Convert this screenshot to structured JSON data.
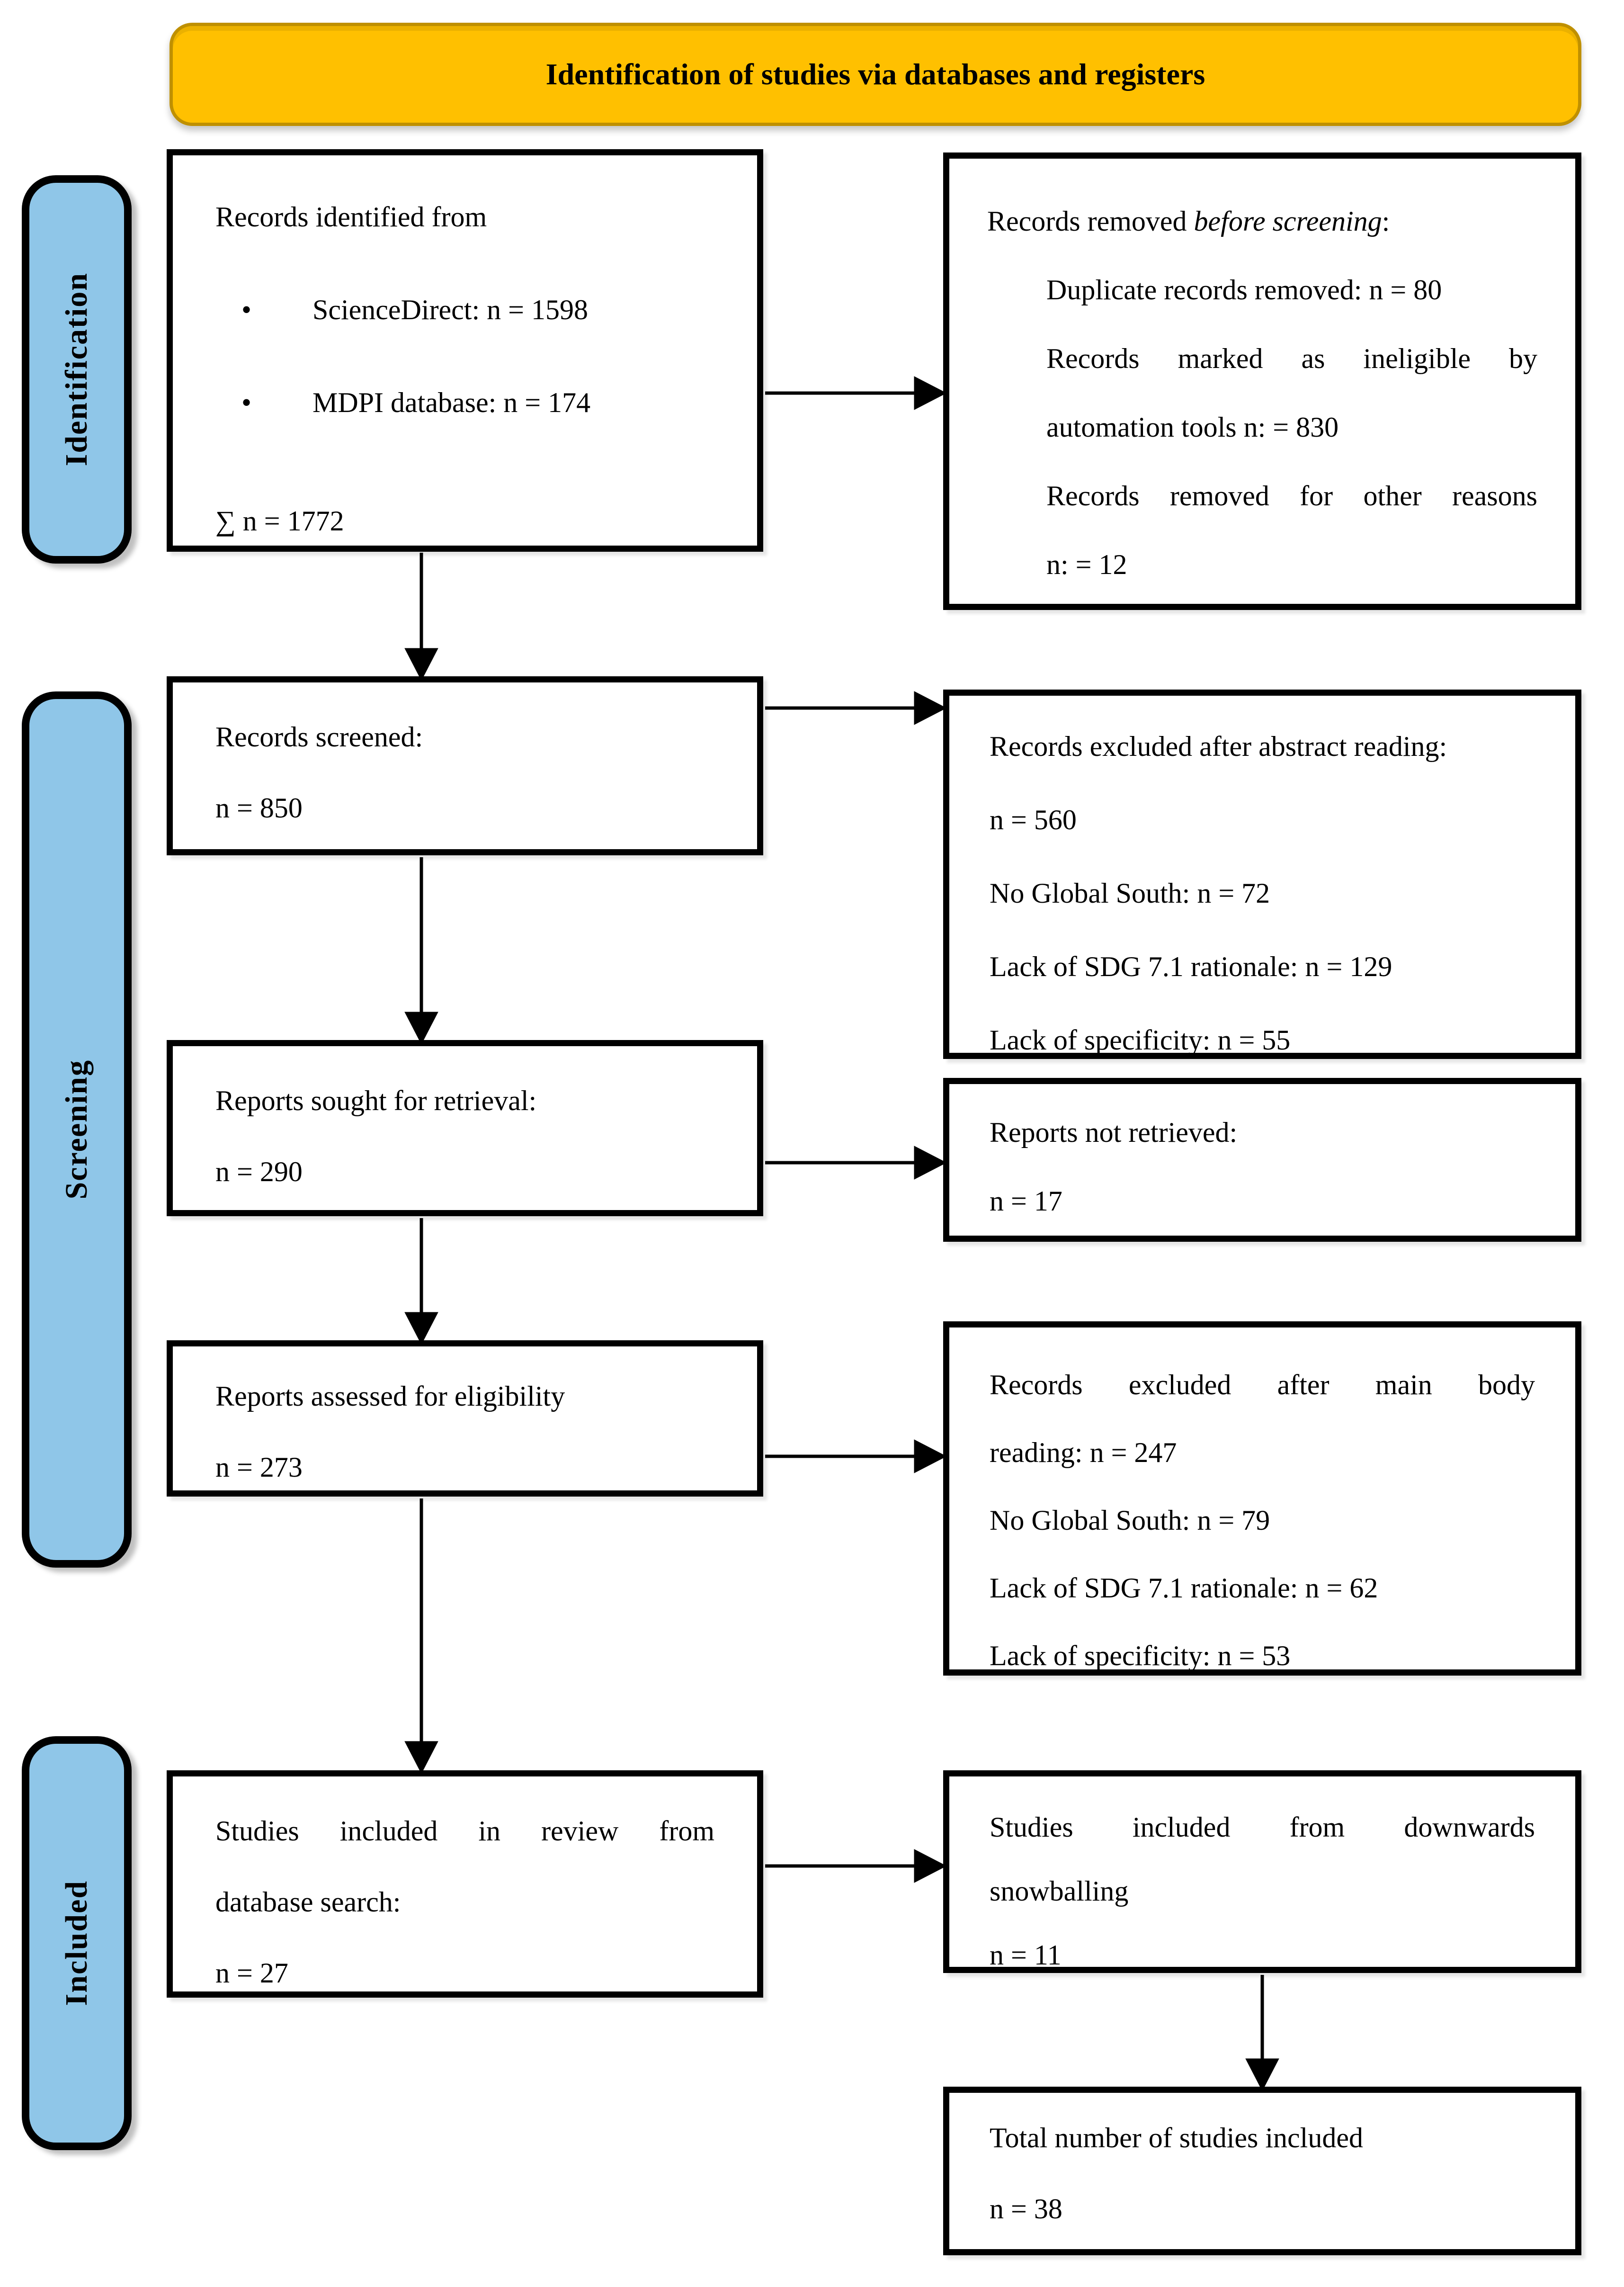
{
  "colors": {
    "banner_fill": "#FFC000",
    "banner_border": "#BF9000",
    "stage_fill": "#8FC6E8",
    "box_border": "#000000",
    "arrow": "#000000",
    "background": "#FFFFFF"
  },
  "banner": {
    "label": "Identification of studies via databases and registers"
  },
  "stages": {
    "identification": "Identification",
    "screening": "Screening",
    "included": "Included"
  },
  "glyphs": {
    "bullet": "•"
  },
  "boxes": {
    "records_identified": {
      "heading": "Records identified from",
      "source1": "ScienceDirect: n = 1598",
      "source2": "MDPI database: n = 174",
      "total": "∑ n = 1772"
    },
    "records_removed": {
      "heading_pre": "Records removed ",
      "heading_italic": "before screening",
      "heading_post": ":",
      "duplicates": "Duplicate records removed: n = 80",
      "ineligible_a": "Records marked as ineligible by",
      "ineligible_b": "automation tools n: = 830",
      "other_a": "Records removed for other reasons",
      "other_b": "n: = 12"
    },
    "records_screened": {
      "heading": "Records screened:",
      "count": "n = 850"
    },
    "excluded_abstract": {
      "heading": "Records excluded after abstract reading:",
      "count": "n = 560",
      "reason1": "No Global South: n = 72",
      "reason2": "Lack of SDG 7.1 rationale: n = 129",
      "reason3": "Lack of specificity: n = 55"
    },
    "reports_sought": {
      "heading": "Reports sought for retrieval:",
      "count": "n = 290"
    },
    "reports_not_retrieved": {
      "heading": "Reports not retrieved:",
      "count": "n = 17"
    },
    "reports_assessed": {
      "heading": "Reports assessed for eligibility",
      "count": "n = 273"
    },
    "excluded_mainbody": {
      "heading_a": "Records excluded after main body",
      "heading_b": "reading: n = 247",
      "reason1": "No Global South: n = 79",
      "reason2": "Lack of SDG 7.1 rationale: n = 62",
      "reason3": "Lack of specificity: n = 53"
    },
    "included_database": {
      "heading_a": "Studies included in review from",
      "heading_b": "database search:",
      "count": "n = 27"
    },
    "included_snowballing": {
      "heading_a": "Studies included from downwards",
      "heading_b": "snowballing",
      "count": "n = 11"
    },
    "total_included": {
      "heading": "Total number of studies included",
      "count": "n = 38"
    }
  }
}
